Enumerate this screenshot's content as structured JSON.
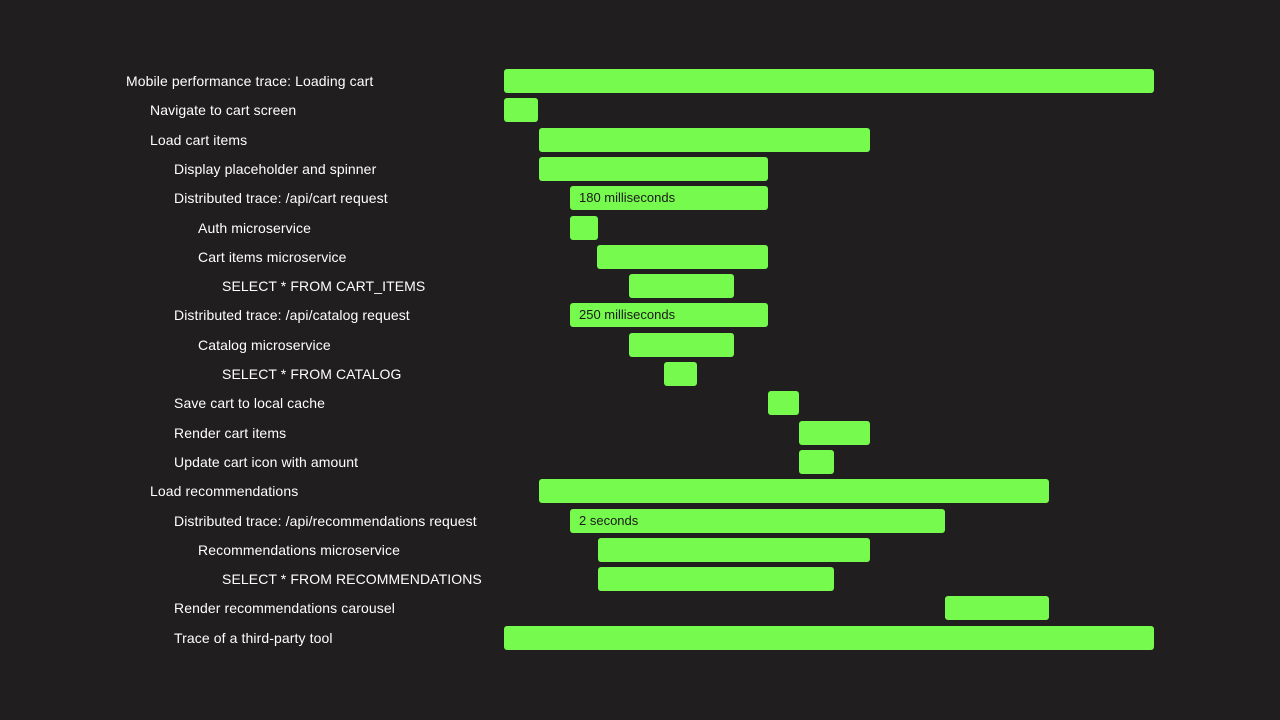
{
  "colors": {
    "background": "#201e1f",
    "bar": "#77fa4e",
    "label_text": "#ffffff",
    "bar_text": "#1a1a1a"
  },
  "spans": [
    {
      "label": "Mobile performance trace: Loading cart",
      "depth": 0,
      "start": 504,
      "end": 1154,
      "duration_label": ""
    },
    {
      "label": "Navigate to cart screen",
      "depth": 1,
      "start": 504,
      "end": 538,
      "duration_label": ""
    },
    {
      "label": "Load cart items",
      "depth": 1,
      "start": 539,
      "end": 870,
      "duration_label": ""
    },
    {
      "label": "Display placeholder and spinner",
      "depth": 2,
      "start": 539,
      "end": 768,
      "duration_label": ""
    },
    {
      "label": "Distributed trace: /api/cart request",
      "depth": 2,
      "start": 570,
      "end": 768,
      "duration_label": "180 milliseconds"
    },
    {
      "label": "Auth microservice",
      "depth": 3,
      "start": 570,
      "end": 598,
      "duration_label": ""
    },
    {
      "label": "Cart items microservice",
      "depth": 3,
      "start": 597,
      "end": 768,
      "duration_label": ""
    },
    {
      "label": "SELECT * FROM CART_ITEMS",
      "depth": 4,
      "start": 629,
      "end": 734,
      "duration_label": ""
    },
    {
      "label": "Distributed trace: /api/catalog request",
      "depth": 2,
      "start": 570,
      "end": 768,
      "duration_label": "250 milliseconds"
    },
    {
      "label": "Catalog microservice",
      "depth": 3,
      "start": 629,
      "end": 734,
      "duration_label": ""
    },
    {
      "label": "SELECT * FROM CATALOG",
      "depth": 4,
      "start": 664,
      "end": 697,
      "duration_label": ""
    },
    {
      "label": "Save cart to local cache",
      "depth": 2,
      "start": 768,
      "end": 799,
      "duration_label": ""
    },
    {
      "label": "Render cart items",
      "depth": 2,
      "start": 799,
      "end": 870,
      "duration_label": ""
    },
    {
      "label": "Update cart icon with amount",
      "depth": 2,
      "start": 799,
      "end": 834,
      "duration_label": ""
    },
    {
      "label": "Load recommendations",
      "depth": 1,
      "start": 539,
      "end": 1049,
      "duration_label": ""
    },
    {
      "label": "Distributed trace:  /api/recommendations request",
      "depth": 2,
      "start": 570,
      "end": 945,
      "duration_label": "2 seconds"
    },
    {
      "label": "Recommendations microservice",
      "depth": 3,
      "start": 598,
      "end": 870,
      "duration_label": ""
    },
    {
      "label": "SELECT * FROM RECOMMENDATIONS",
      "depth": 4,
      "start": 598,
      "end": 834,
      "duration_label": ""
    },
    {
      "label": "Render recommendations carousel",
      "depth": 2,
      "start": 945,
      "end": 1049,
      "duration_label": ""
    },
    {
      "label": "Trace of a third-party tool",
      "depth": 2,
      "start": 504,
      "end": 1154,
      "duration_label": ""
    }
  ]
}
